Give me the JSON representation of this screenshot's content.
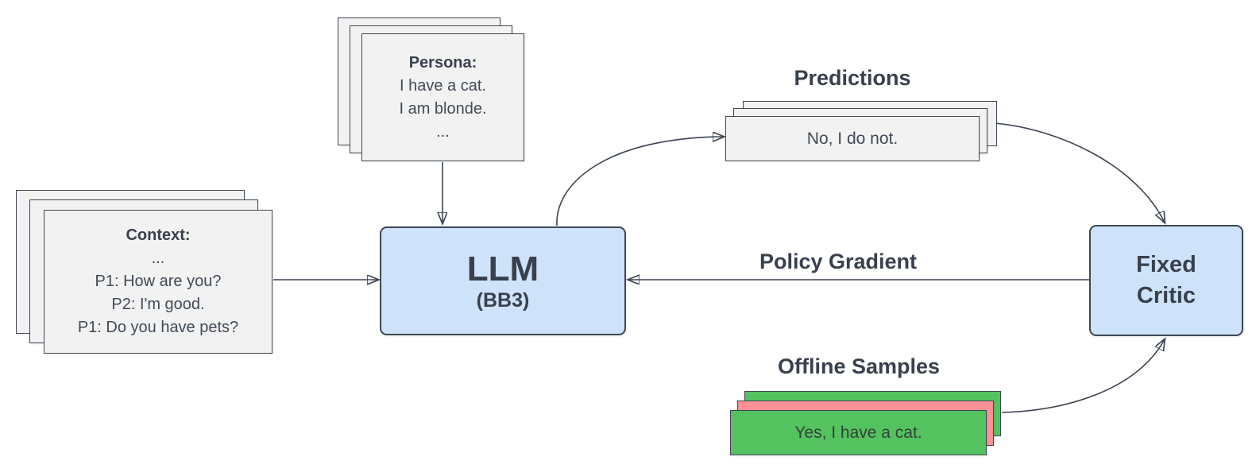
{
  "colors": {
    "canvas_bg": "#ffffff",
    "card_gray": "#f2f2f2",
    "node_blue": "#cee2fa",
    "sample_green": "#54c25f",
    "sample_salmon": "#ff9196",
    "ink": "#39404d",
    "line": "#3a4350",
    "border_dark": "#3e4754"
  },
  "persona_card": {
    "title": "Persona:",
    "lines": [
      "I have a cat.",
      "I am blonde.",
      "..."
    ]
  },
  "context_card": {
    "title": "Context:",
    "lines": [
      "...",
      "P1: How are you?",
      "P2: I'm good.",
      "P1: Do you have pets?"
    ]
  },
  "llm_node": {
    "title": "LLM",
    "subtitle": "(BB3)"
  },
  "critic_node": {
    "lines": [
      "Fixed",
      "Critic"
    ]
  },
  "predictions": {
    "label": "Predictions",
    "card_text": "No, I do not."
  },
  "offline_samples": {
    "label": "Offline Samples",
    "card_text": "Yes, I have a cat."
  },
  "labels": {
    "policy_gradient": "Policy Gradient"
  }
}
